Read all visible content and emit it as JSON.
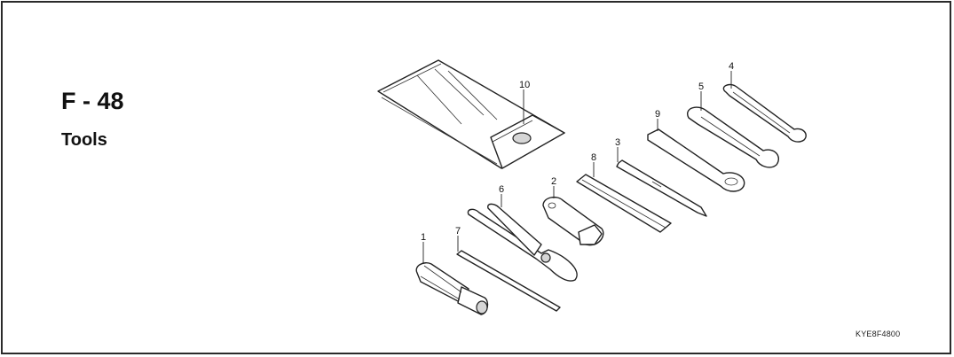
{
  "page": {
    "code": "F - 48",
    "title": "Tools",
    "diagram_ref": "KYE8F4800"
  },
  "callouts": [
    "1",
    "2",
    "3",
    "4",
    "5",
    "6",
    "7",
    "8",
    "9",
    "10"
  ]
}
